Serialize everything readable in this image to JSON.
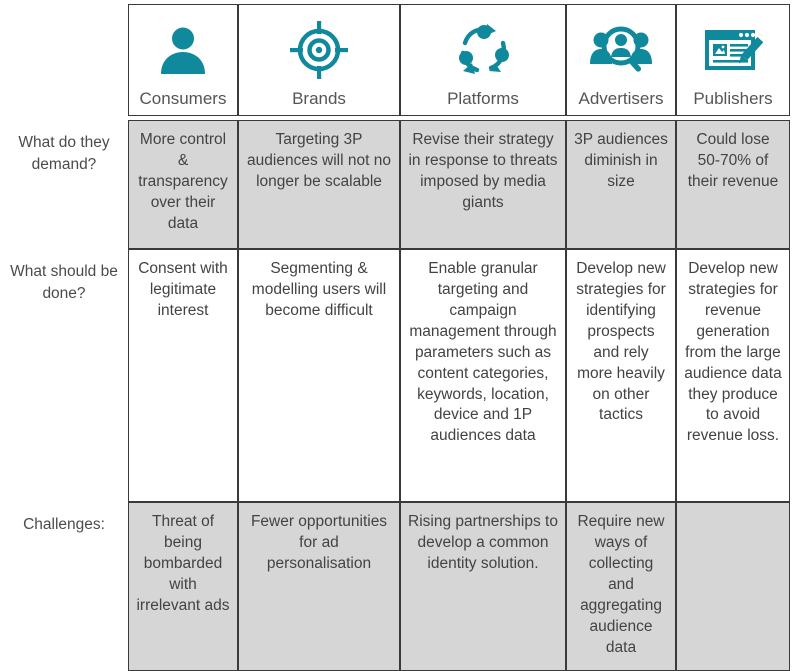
{
  "theme": {
    "accent_teal": "#11899c",
    "shaded_row_bg": "#d6d6d6",
    "plain_row_bg": "#ffffff",
    "border_color": "#3a3a3a",
    "text_color": "#434343"
  },
  "columns": [
    {
      "key": "consumers",
      "label": "Consumers",
      "icon": "person-icon"
    },
    {
      "key": "brands",
      "label": "Brands",
      "icon": "target-icon"
    },
    {
      "key": "platforms",
      "label": "Platforms",
      "icon": "cycle-nodes-icon"
    },
    {
      "key": "advertisers",
      "label": "Advertisers",
      "icon": "audience-search-icon"
    },
    {
      "key": "publishers",
      "label": "Publishers",
      "icon": "publisher-window-icon"
    }
  ],
  "rows": [
    {
      "key": "demand",
      "label": "What do they demand?",
      "shaded": true,
      "cells": {
        "consumers": "More control & transparency over their data",
        "brands": "Targeting 3P audiences will not no longer be scalable",
        "platforms": "Revise their strategy in response to threats imposed by media giants",
        "advertisers": "3P audiences diminish in size",
        "publishers": "Could lose 50-70% of their revenue"
      }
    },
    {
      "key": "actions",
      "label": "What should be done?",
      "shaded": false,
      "cells": {
        "consumers": "Consent with legitimate interest",
        "brands": "Segmenting & modelling users will become difficult",
        "platforms": "Enable granular targeting and campaign management through parameters such as content categories, keywords, location, device and 1P audiences data",
        "advertisers": "Develop new strategies for identifying prospects and rely more heavily on other tactics",
        "publishers": "Develop new strategies for revenue generation from the large audience data they produce to avoid revenue loss."
      }
    },
    {
      "key": "challenges",
      "label": "Challenges:",
      "shaded": true,
      "cells": {
        "consumers": "Threat of being bombarded with irrelevant ads",
        "brands": "Fewer opportunities for ad personalisation",
        "platforms": "Rising partnerships to develop a common identity solution.",
        "advertisers": "Require new ways of collecting and aggregating audience data",
        "publishers": ""
      }
    }
  ]
}
